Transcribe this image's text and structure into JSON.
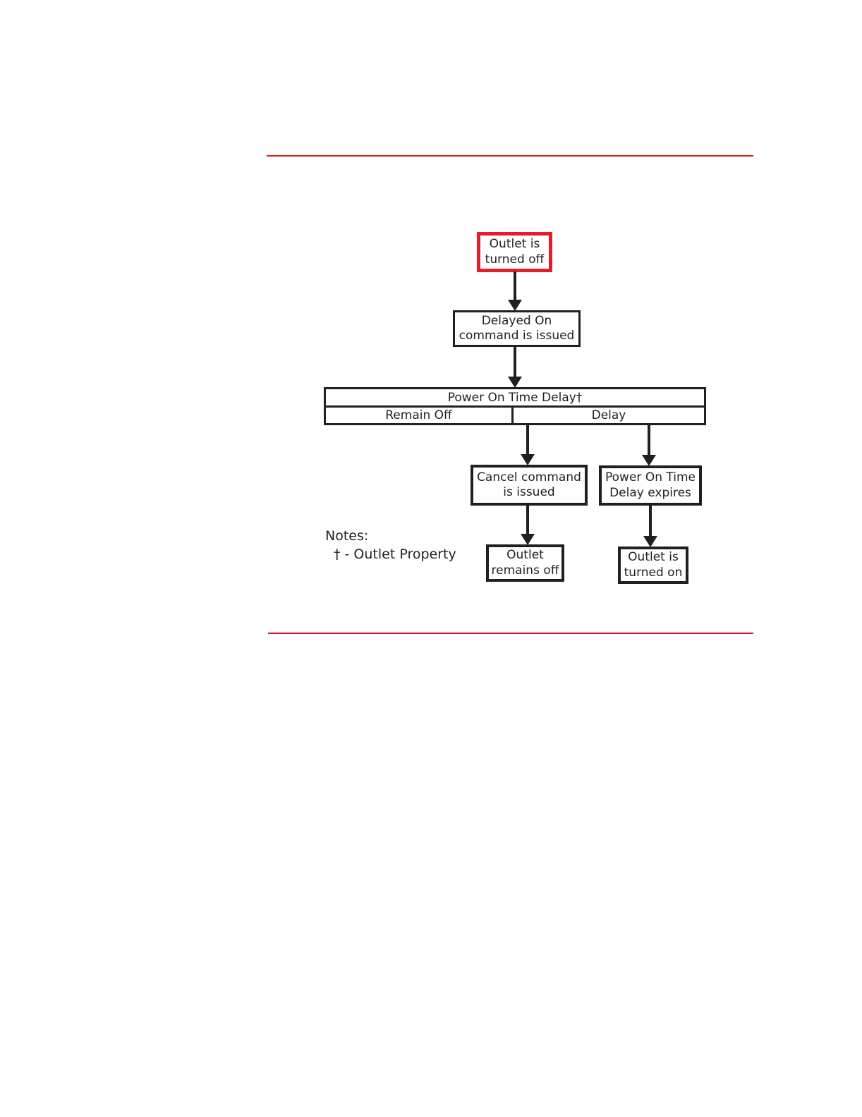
{
  "colors": {
    "ink": "#231f20",
    "accent_red": "#da1a1e",
    "highlight_box_red": "#e41e28",
    "paper": "#ffffff"
  },
  "flowchart": {
    "nodes": {
      "outlet_off": {
        "line1": "Outlet is",
        "line2": "turned off"
      },
      "delayed_on": {
        "line1": "Delayed On",
        "line2": "command is issued"
      },
      "cancel": {
        "line1": "Cancel command",
        "line2": "is issued"
      },
      "expires": {
        "line1": "Power On Time",
        "line2": "Delay expires"
      },
      "remains_off": {
        "line1": "Outlet",
        "line2": "remains off"
      },
      "turned_on": {
        "line1": "Outlet is",
        "line2": "turned on"
      }
    },
    "decision": {
      "header": "Power On Time Delay†",
      "left_option": "Remain Off",
      "right_option": "Delay"
    },
    "notes": {
      "title": "Notes:",
      "entry": "† - Outlet Property"
    }
  }
}
